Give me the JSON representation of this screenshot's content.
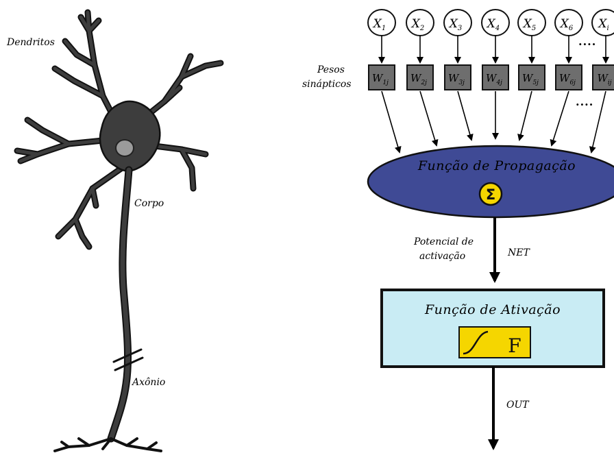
{
  "neuron": {
    "dendrites_label": "Dendritos",
    "body_label": "Corpo",
    "axon_label": "Axônio"
  },
  "model": {
    "weights_label_line1": "Pesos",
    "weights_label_line2": "sinápticos",
    "inputs": [
      {
        "base": "X",
        "sub": "1"
      },
      {
        "base": "X",
        "sub": "2"
      },
      {
        "base": "X",
        "sub": "3"
      },
      {
        "base": "X",
        "sub": "4"
      },
      {
        "base": "X",
        "sub": "5"
      },
      {
        "base": "X",
        "sub": "6"
      },
      {
        "base": "X",
        "sub": "i"
      }
    ],
    "weights": [
      {
        "base": "W",
        "sub": "1j"
      },
      {
        "base": "W",
        "sub": "2j"
      },
      {
        "base": "W",
        "sub": "3j"
      },
      {
        "base": "W",
        "sub": "4j"
      },
      {
        "base": "W",
        "sub": "5j"
      },
      {
        "base": "W",
        "sub": "6j"
      },
      {
        "base": "W",
        "sub": "ij"
      }
    ],
    "ellipsis": "....",
    "propagation_label": "Função de Propagação",
    "sum_symbol": "Σ",
    "potential_line1": "Potencial de",
    "potential_line2": "activação",
    "net_label": "NET",
    "activation_label": "Função de Ativação",
    "activation_symbol": "F",
    "out_label": "OUT",
    "colors": {
      "propagation_fill": "#3f4a95",
      "activation_fill": "#c9ecf4",
      "sum_fill": "#f5d600",
      "f_fill": "#f5d600",
      "weight_fill": "#6e6e6e",
      "neuron_fill": "#3d3d3d"
    }
  }
}
